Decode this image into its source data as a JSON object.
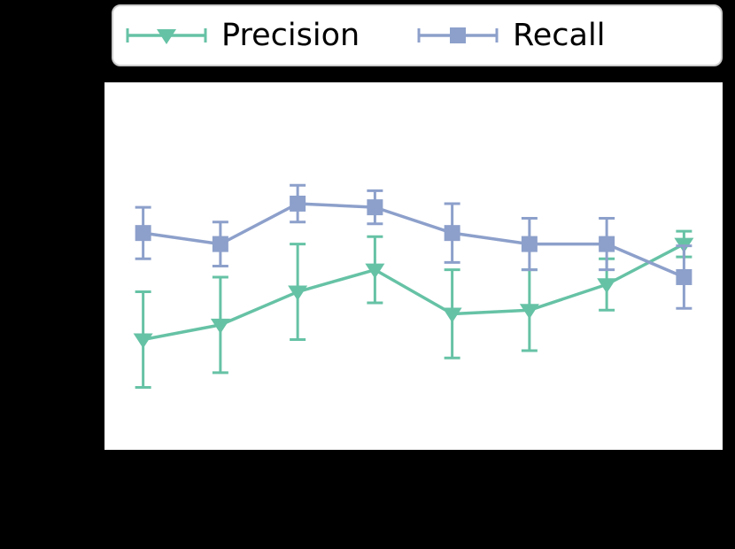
{
  "colors": {
    "background": "#000000",
    "plot_background": "#ffffff",
    "legend_background": "#ffffff",
    "legend_border": "#cccccc",
    "precision": "#66c2a5",
    "recall": "#8da0cb"
  },
  "legend": {
    "items": [
      {
        "label": "Precision",
        "marker": "triangle-down"
      },
      {
        "label": "Recall",
        "marker": "square"
      }
    ]
  },
  "chart_data": {
    "type": "line",
    "title": "",
    "xlabel": "",
    "ylabel": "",
    "x": [
      1,
      2,
      3,
      4,
      5,
      6,
      7,
      8
    ],
    "xlim": [
      0.5,
      8.5
    ],
    "ylim": [
      0,
      1
    ],
    "grid": false,
    "legend_position": "top",
    "error_bars": true,
    "series": [
      {
        "name": "Precision",
        "color": "#66c2a5",
        "marker": "triangle-down",
        "values": [
          0.3,
          0.34,
          0.43,
          0.49,
          0.37,
          0.38,
          0.45,
          0.56
        ],
        "errors": [
          0.13,
          0.13,
          0.13,
          0.09,
          0.12,
          0.11,
          0.07,
          0.035
        ]
      },
      {
        "name": "Recall",
        "color": "#8da0cb",
        "marker": "square",
        "values": [
          0.59,
          0.56,
          0.67,
          0.66,
          0.59,
          0.56,
          0.56,
          0.47
        ],
        "errors": [
          0.07,
          0.06,
          0.05,
          0.045,
          0.08,
          0.07,
          0.07,
          0.085
        ]
      }
    ]
  }
}
